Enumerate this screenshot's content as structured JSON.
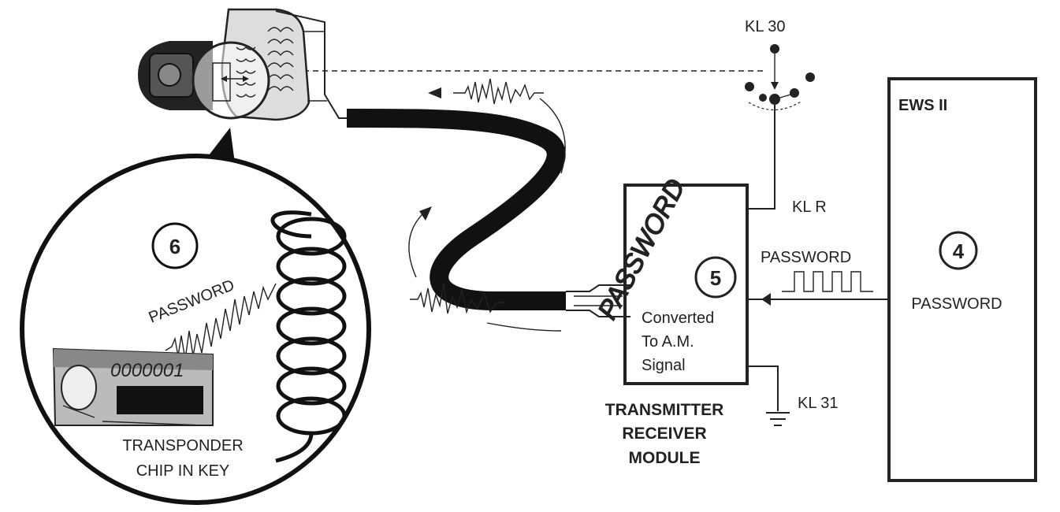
{
  "terminals": {
    "kl30": "KL 30",
    "klr": "KL R",
    "kl31": "KL 31"
  },
  "ews": {
    "title": "EWS II",
    "number": "4",
    "password": "PASSWORD"
  },
  "module": {
    "number": "5",
    "password_script": "PASSWORD",
    "converted_line1": "Converted",
    "converted_line2": "To A.M.",
    "converted_line3": "Signal",
    "name_line1": "TRANSMITTER",
    "name_line2": "RECEIVER",
    "name_line3": "MODULE"
  },
  "signal_label": "PASSWORD",
  "key_detail": {
    "number": "6",
    "password": "PASSWORD",
    "chip_code": "0000001",
    "caption_line1": "TRANSPONDER",
    "caption_line2": "CHIP IN KEY"
  },
  "colors": {
    "line": "#222222",
    "cable": "#111111",
    "background": "#ffffff"
  }
}
